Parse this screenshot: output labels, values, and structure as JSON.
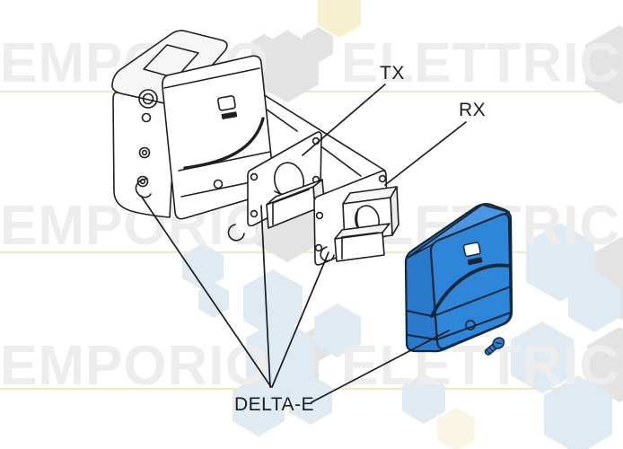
{
  "watermark": {
    "left_word": "EMPORIO",
    "right_word": "ELETTRICO",
    "text_color": "#ededee",
    "hex_gray": "#e3e3e3",
    "hex_blue": "#e0eaf2",
    "hex_yellow": "#f6f0d0",
    "underline_color": "#efe9c6"
  },
  "labels": {
    "tx": "TX",
    "rx": "RX",
    "delta": "DELTA-E"
  },
  "colors": {
    "line": "#1f1f1f",
    "blue_front": "#2f85d8",
    "blue_top": "#4a96e0",
    "blue_side": "#2a79cb",
    "blue_outline": "#12263c",
    "screw_blue": "#2f7fd0",
    "background": "#ffffff"
  }
}
